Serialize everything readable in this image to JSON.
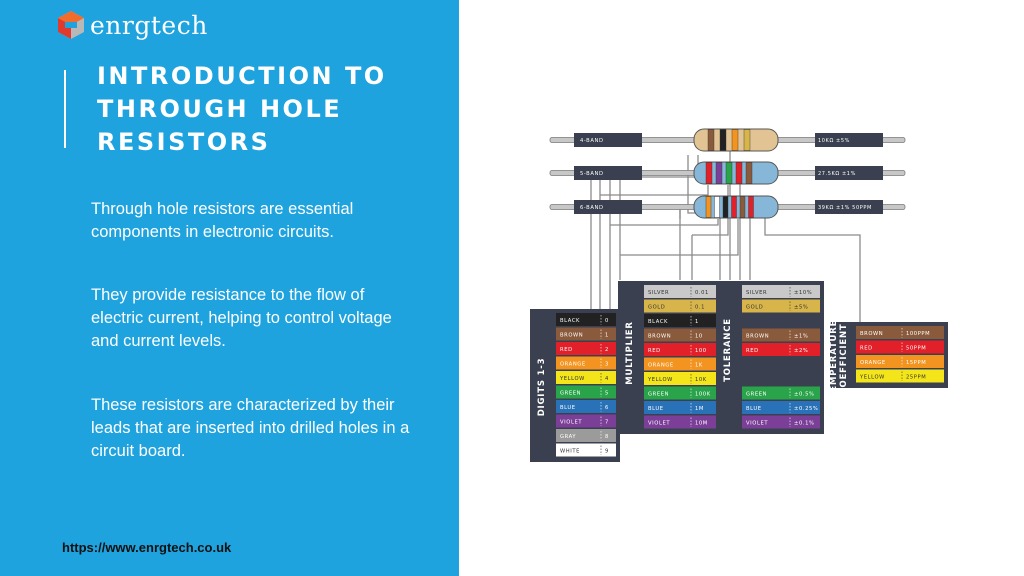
{
  "brand": {
    "name": "enrgtech",
    "colors": {
      "orange": "#f26c2b",
      "red": "#e03a2f",
      "grey": "#b8b8b8"
    }
  },
  "slide": {
    "title_lines": [
      "INTRODUCTION TO",
      "THROUGH HOLE",
      "RESISTORS"
    ],
    "paragraphs": [
      "Through hole resistors are essential components in electronic circuits.",
      "They provide resistance to the flow of electric current, helping to control voltage and current levels.",
      "These resistors are characterized by their leads that are inserted into drilled holes in a circuit board."
    ],
    "footer_url": "https://www.enrgtech.co.uk"
  },
  "colors": {
    "black": "#222222",
    "brown": "#8a5a3c",
    "red": "#e2202a",
    "orange": "#f39420",
    "yellow": "#f3e51a",
    "green": "#2aa44a",
    "blue": "#2a72b8",
    "violet": "#7b3f98",
    "gray": "#9b9b9b",
    "white": "#ffffff",
    "gold": "#d8b54a",
    "silver": "#c9c9c9",
    "panel": "#3a4050",
    "body_beige": "#e2c393",
    "body_blue": "#86b7d8"
  },
  "resistors": [
    {
      "label": "4-BAND",
      "value": "10KΩ  ±5%",
      "body": "body_beige",
      "bands": [
        "brown",
        "black",
        "orange",
        "gold"
      ]
    },
    {
      "label": "5-BAND",
      "value": "27.5KΩ  ±1%",
      "body": "body_blue",
      "bands": [
        "red",
        "violet",
        "green",
        "red",
        "brown"
      ]
    },
    {
      "label": "6-BAND",
      "value": "39KΩ  ±1%  50PPM",
      "body": "body_blue",
      "bands": [
        "orange",
        "white",
        "black",
        "red",
        "brown",
        "red"
      ]
    }
  ],
  "tables": {
    "digits": {
      "title": "DIGITS 1-3",
      "rows": [
        {
          "name": "BLACK",
          "value": "0",
          "color": "black"
        },
        {
          "name": "BROWN",
          "value": "1",
          "color": "brown"
        },
        {
          "name": "RED",
          "value": "2",
          "color": "red"
        },
        {
          "name": "ORANGE",
          "value": "3",
          "color": "orange"
        },
        {
          "name": "YELLOW",
          "value": "4",
          "color": "yellow"
        },
        {
          "name": "GREEN",
          "value": "5",
          "color": "green"
        },
        {
          "name": "BLUE",
          "value": "6",
          "color": "blue"
        },
        {
          "name": "VIOLET",
          "value": "7",
          "color": "violet"
        },
        {
          "name": "GRAY",
          "value": "8",
          "color": "gray"
        },
        {
          "name": "WHITE",
          "value": "9",
          "color": "white"
        }
      ]
    },
    "multiplier": {
      "title": "MULTIPLIER",
      "rows": [
        {
          "name": "SILVER",
          "value": "0.01",
          "color": "silver"
        },
        {
          "name": "GOLD",
          "value": "0.1",
          "color": "gold"
        },
        {
          "name": "BLACK",
          "value": "1",
          "color": "black"
        },
        {
          "name": "BROWN",
          "value": "10",
          "color": "brown"
        },
        {
          "name": "RED",
          "value": "100",
          "color": "red"
        },
        {
          "name": "ORANGE",
          "value": "1K",
          "color": "orange"
        },
        {
          "name": "YELLOW",
          "value": "10K",
          "color": "yellow"
        },
        {
          "name": "GREEN",
          "value": "100K",
          "color": "green"
        },
        {
          "name": "BLUE",
          "value": "1M",
          "color": "blue"
        },
        {
          "name": "VIOLET",
          "value": "10M",
          "color": "violet"
        }
      ]
    },
    "tolerance": {
      "title": "TOLERANCE",
      "rows": [
        {
          "name": "SILVER",
          "value": "±10%",
          "color": "silver"
        },
        {
          "name": "GOLD",
          "value": "±5%",
          "color": "gold"
        },
        {
          "name": "",
          "value": "",
          "color": "panel"
        },
        {
          "name": "BROWN",
          "value": "±1%",
          "color": "brown"
        },
        {
          "name": "RED",
          "value": "±2%",
          "color": "red"
        },
        {
          "name": "",
          "value": "",
          "color": "panel"
        },
        {
          "name": "",
          "value": "",
          "color": "panel"
        },
        {
          "name": "GREEN",
          "value": "±0.5%",
          "color": "green"
        },
        {
          "name": "BLUE",
          "value": "±0.25%",
          "color": "blue"
        },
        {
          "name": "VIOLET",
          "value": "±0.1%",
          "color": "violet"
        }
      ]
    },
    "tempco": {
      "title_lines": [
        "TEMPERATURE",
        "COEFFICIENT"
      ],
      "rows": [
        {
          "name": "BROWN",
          "value": "100PPM",
          "color": "brown"
        },
        {
          "name": "RED",
          "value": "50PPM",
          "color": "red"
        },
        {
          "name": "ORANGE",
          "value": "15PPM",
          "color": "orange"
        },
        {
          "name": "YELLOW",
          "value": "25PPM",
          "color": "yellow"
        }
      ]
    }
  }
}
